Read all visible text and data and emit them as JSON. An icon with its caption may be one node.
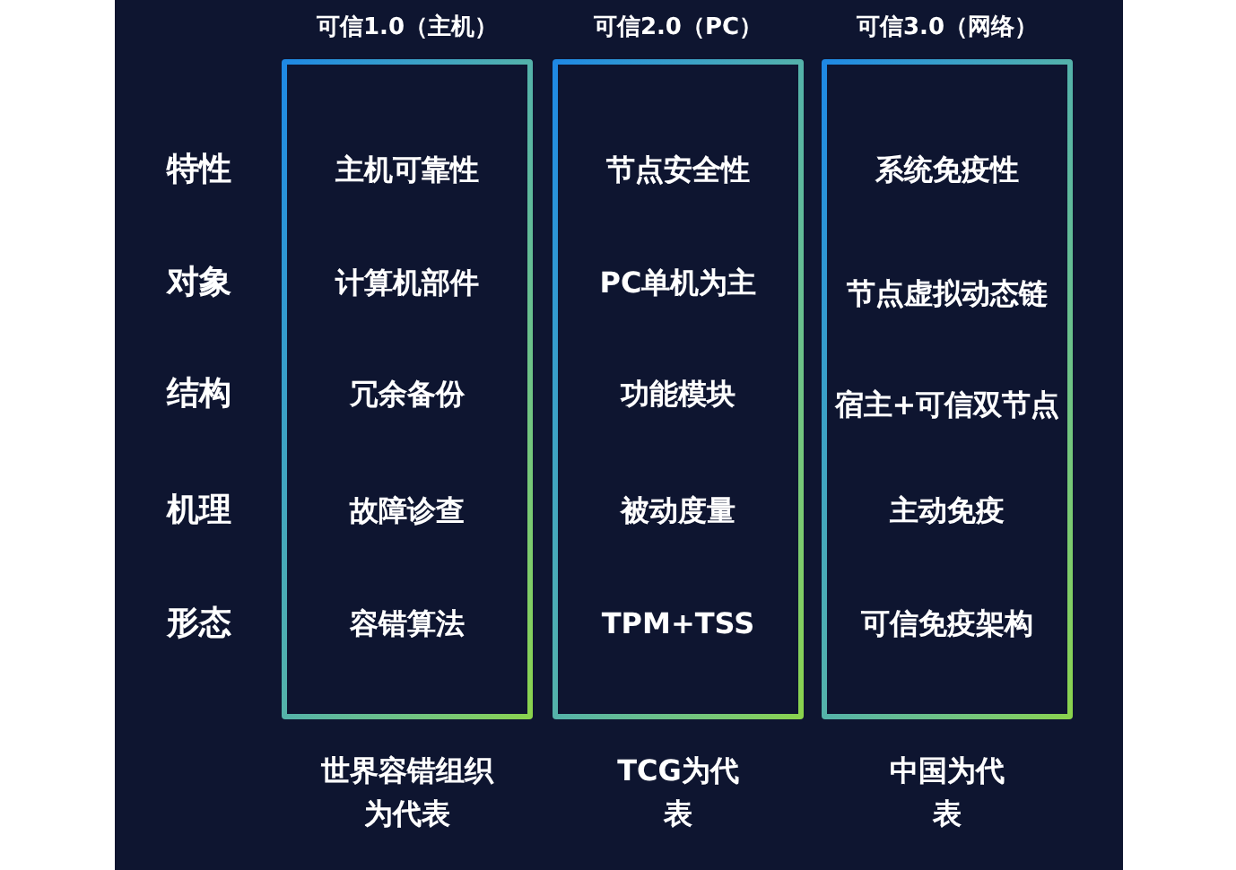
{
  "diagram": {
    "nodes": [
      {
        "text": [
          "可信1.0（主机）",
          "主机可靠性",
          "计算机部件",
          "冗余备份",
          "故障诊查",
          "容错算法"
        ],
        "beside": [
          "世界容错组织为代表"
        ]
      },
      {
        "text": [
          "可信2.0（PC）",
          "节点安全性",
          "PC单机为主",
          "功能模块",
          "被动度量",
          "TPM+TSS"
        ],
        "beside": [
          "TCG为代表"
        ]
      },
      {
        "text": [
          "可信3.0（网络）",
          "系统免疫性",
          "节点虚拟动态链",
          "宿主+可信双节点",
          "主动免疫",
          "可信免疫架构"
        ],
        "beside": [
          "中国为代表"
        ]
      }
    ],
    "edges": [],
    "labels": [
      "特性",
      "对象",
      "结构",
      "机理",
      "形态"
    ]
  }
}
